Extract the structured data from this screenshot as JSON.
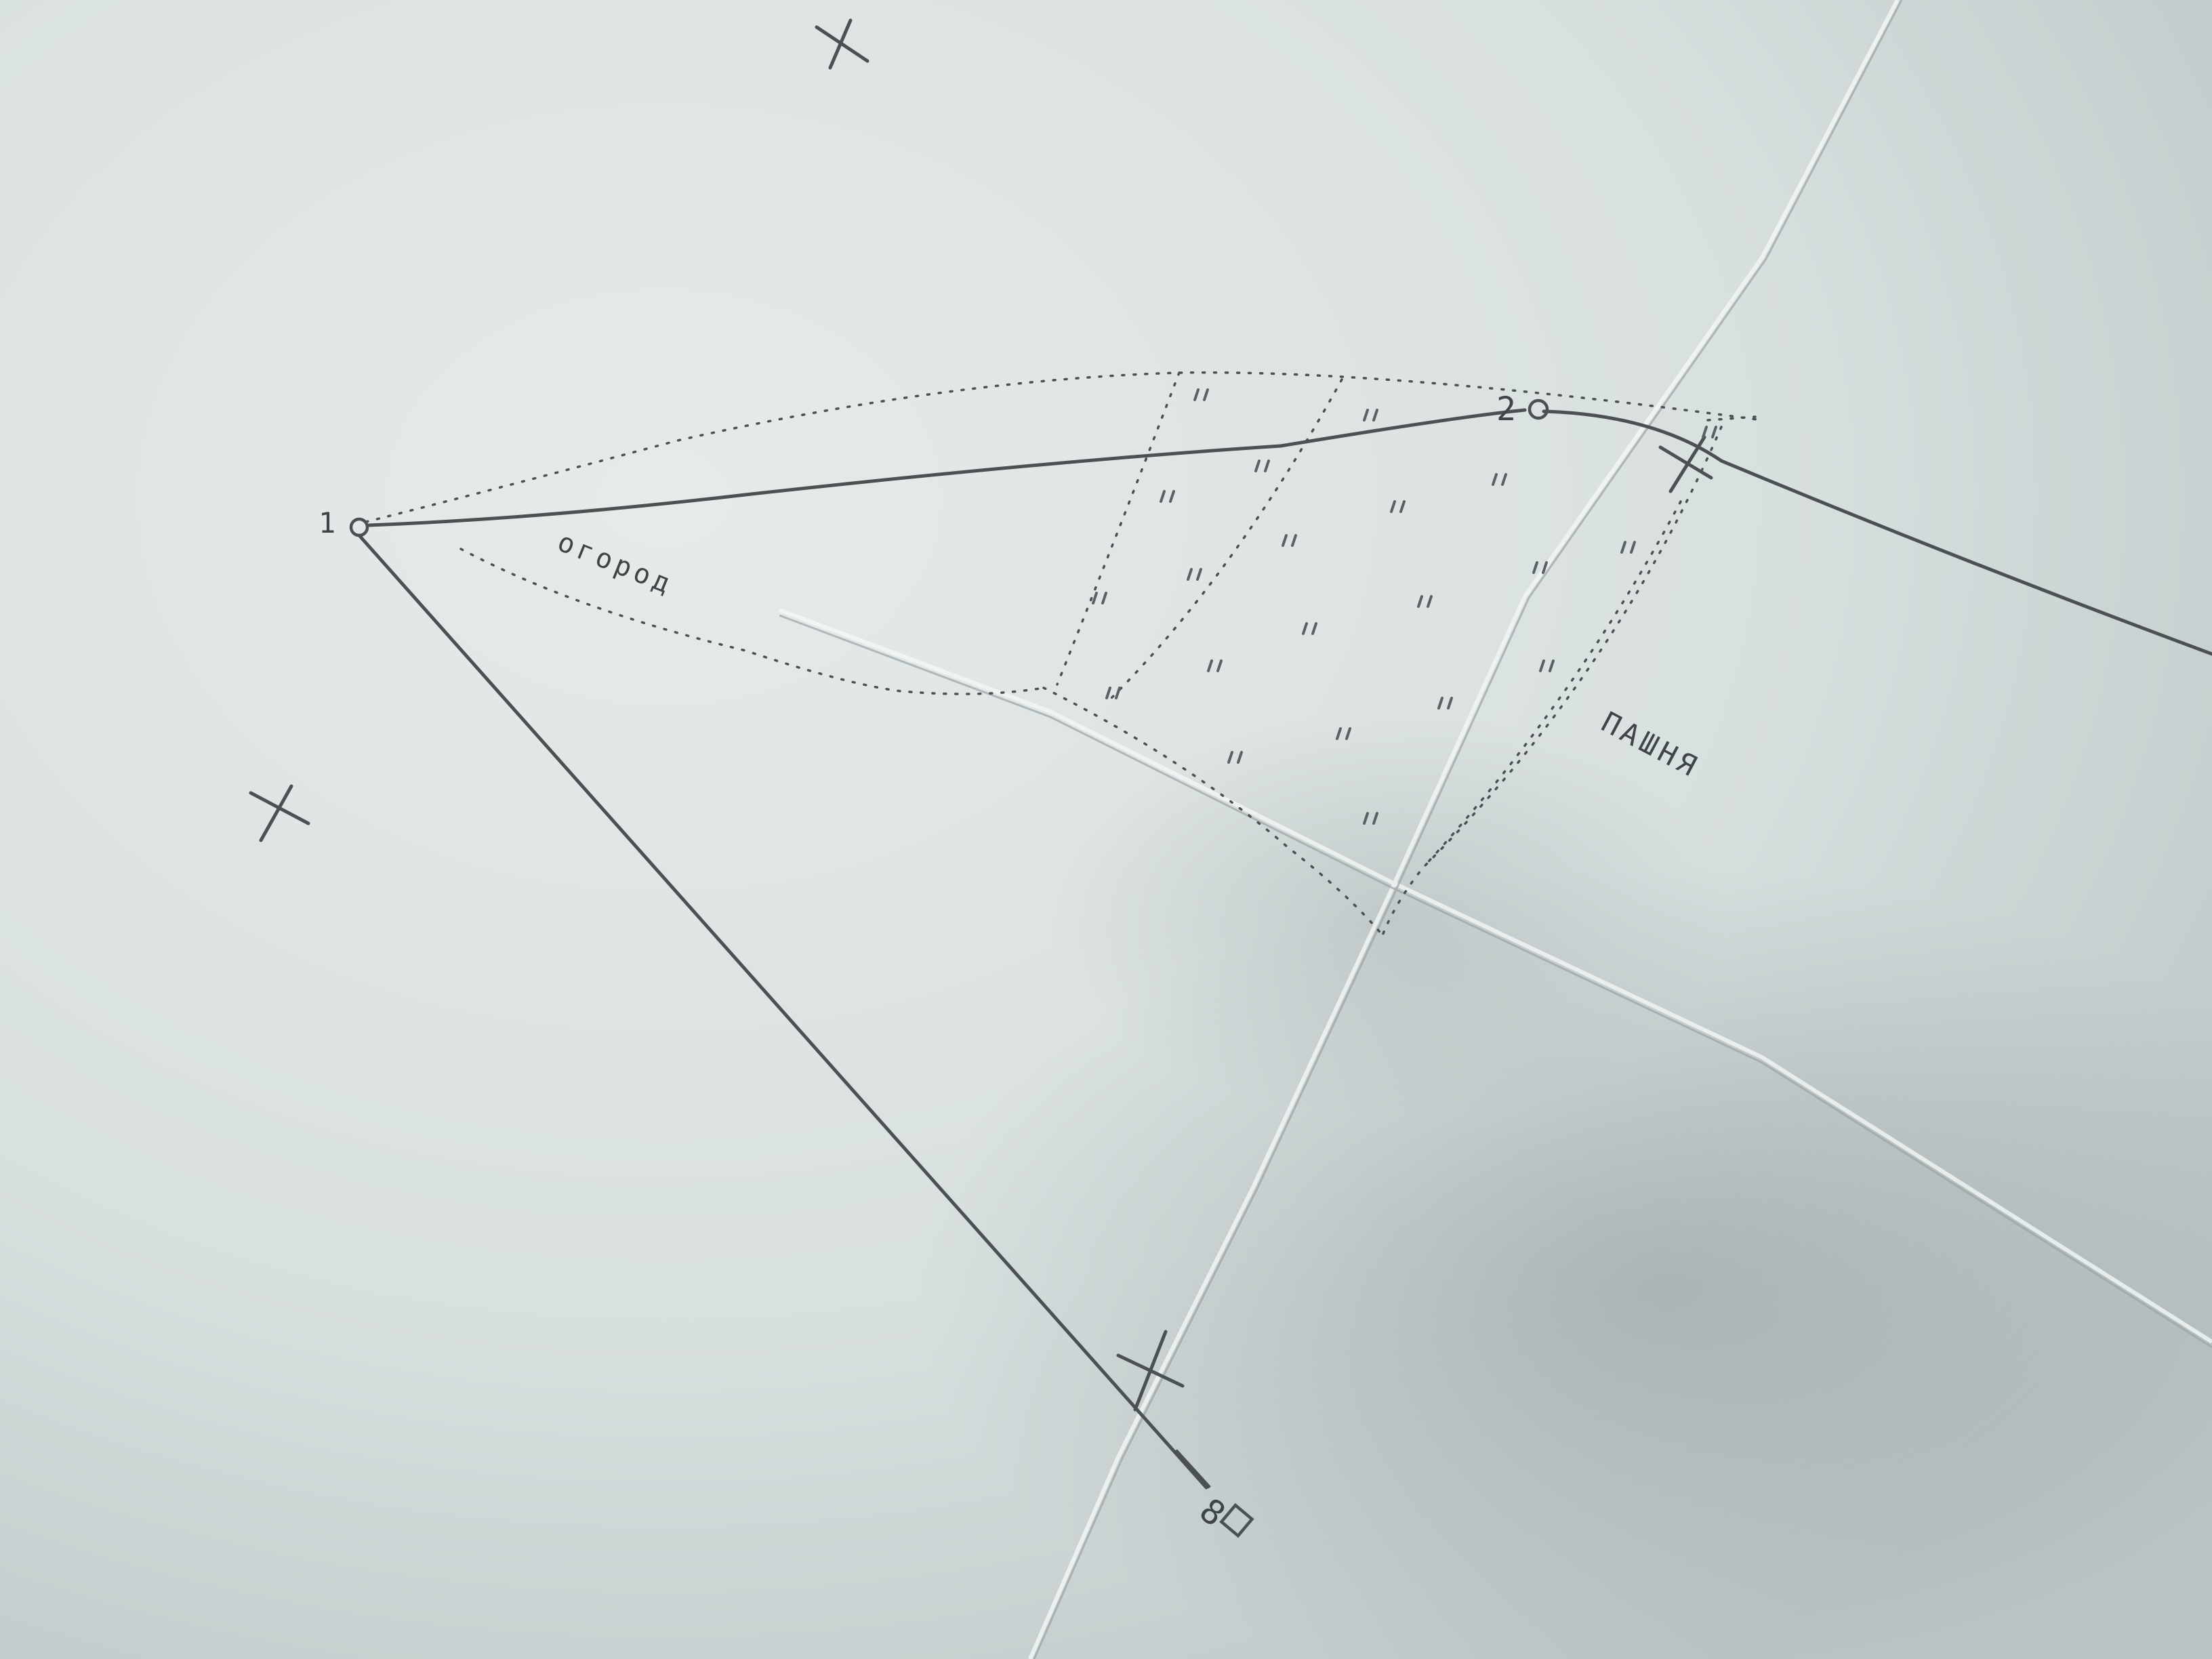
{
  "colors": {
    "paper": "#dfe5e4",
    "paper_shadow": "#a9b3b4",
    "pencil": "#4b5152",
    "pencil_light": "#6e7677"
  },
  "map": {
    "points": {
      "p1": {
        "label": "1",
        "symbol": "circle"
      },
      "p2": {
        "label": "2",
        "symbol": "circle"
      },
      "p8": {
        "label": "8",
        "symbol": "square"
      }
    },
    "areas": {
      "garden": "огород",
      "field": "пашня"
    },
    "grid_cross_icon": "plus-cross-icon",
    "hatch_mark": "\""
  }
}
